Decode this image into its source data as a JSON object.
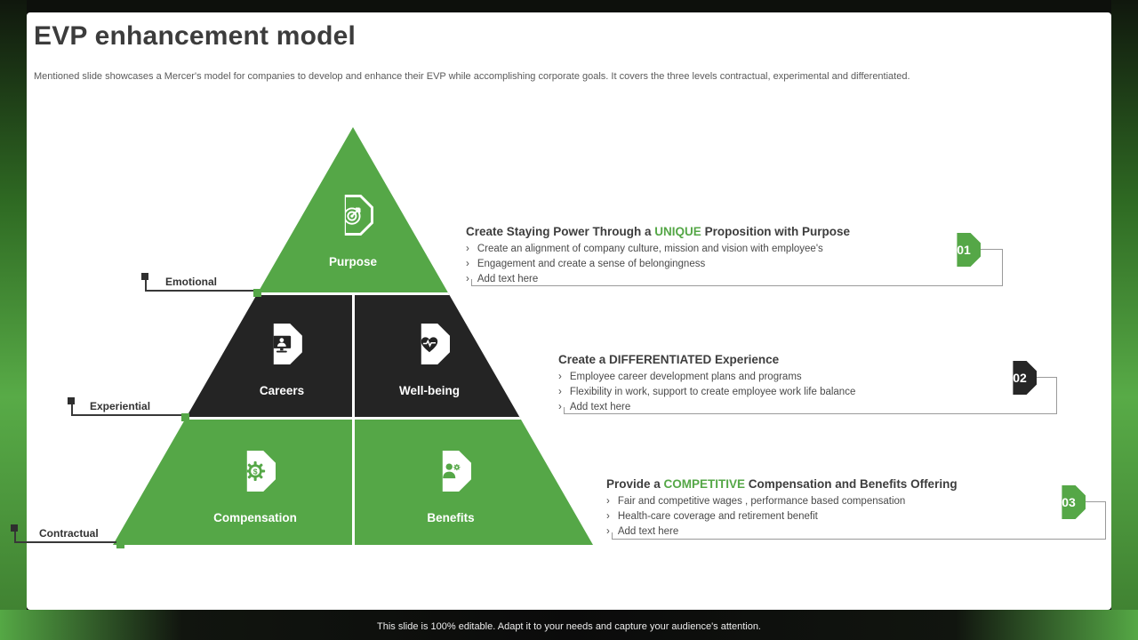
{
  "slide": {
    "title": "EVP enhancement model",
    "subtitle": "Mentioned slide showcases a Mercer's model for companies to develop and enhance their EVP while accomplishing corporate goals. It covers the three levels contractual, experimental and differentiated.",
    "footer": "This slide is 100% editable. Adapt it to your needs and capture your audience's attention."
  },
  "colors": {
    "green": "#55A747",
    "dark_tier": "#242424",
    "connector_line": "#9A9A9A"
  },
  "bullet_marker": "›",
  "pyramid": {
    "tiers": [
      {
        "side_label": "Emotional",
        "items": [
          {
            "label": "Purpose",
            "icon": "target-icon"
          }
        ]
      },
      {
        "side_label": "Experiential",
        "items": [
          {
            "label": "Careers",
            "icon": "career-monitor-icon"
          },
          {
            "label": "Well-being",
            "icon": "heart-pulse-icon"
          }
        ]
      },
      {
        "side_label": "Contractual",
        "items": [
          {
            "label": "Compensation",
            "icon": "gear-dollar-icon"
          },
          {
            "label": "Benefits",
            "icon": "person-gear-icon"
          }
        ]
      }
    ]
  },
  "sections": [
    {
      "number": "01",
      "heading": {
        "prefix": "Create Staying Power Through a ",
        "highlight": "UNIQUE",
        "suffix": " Proposition with Purpose"
      },
      "bullets": [
        "Create an alignment of company culture, mission and vision with employee's",
        "Engagement and create a sense of belongingness",
        "Add text here"
      ]
    },
    {
      "number": "02",
      "heading": {
        "prefix": "Create a ",
        "highlight": "DIFFERENTIATED",
        "suffix": " Experience"
      },
      "bullets": [
        "Employee career development plans and programs",
        "Flexibility in work, support to create employee work life balance",
        "Add text here"
      ]
    },
    {
      "number": "03",
      "heading": {
        "prefix": "Provide a ",
        "highlight": "COMPETITIVE",
        "suffix": " Compensation and Benefits Offering"
      },
      "bullets": [
        "Fair and competitive wages , performance based compensation",
        "Health-care coverage and retirement benefit",
        "Add text here"
      ]
    }
  ]
}
